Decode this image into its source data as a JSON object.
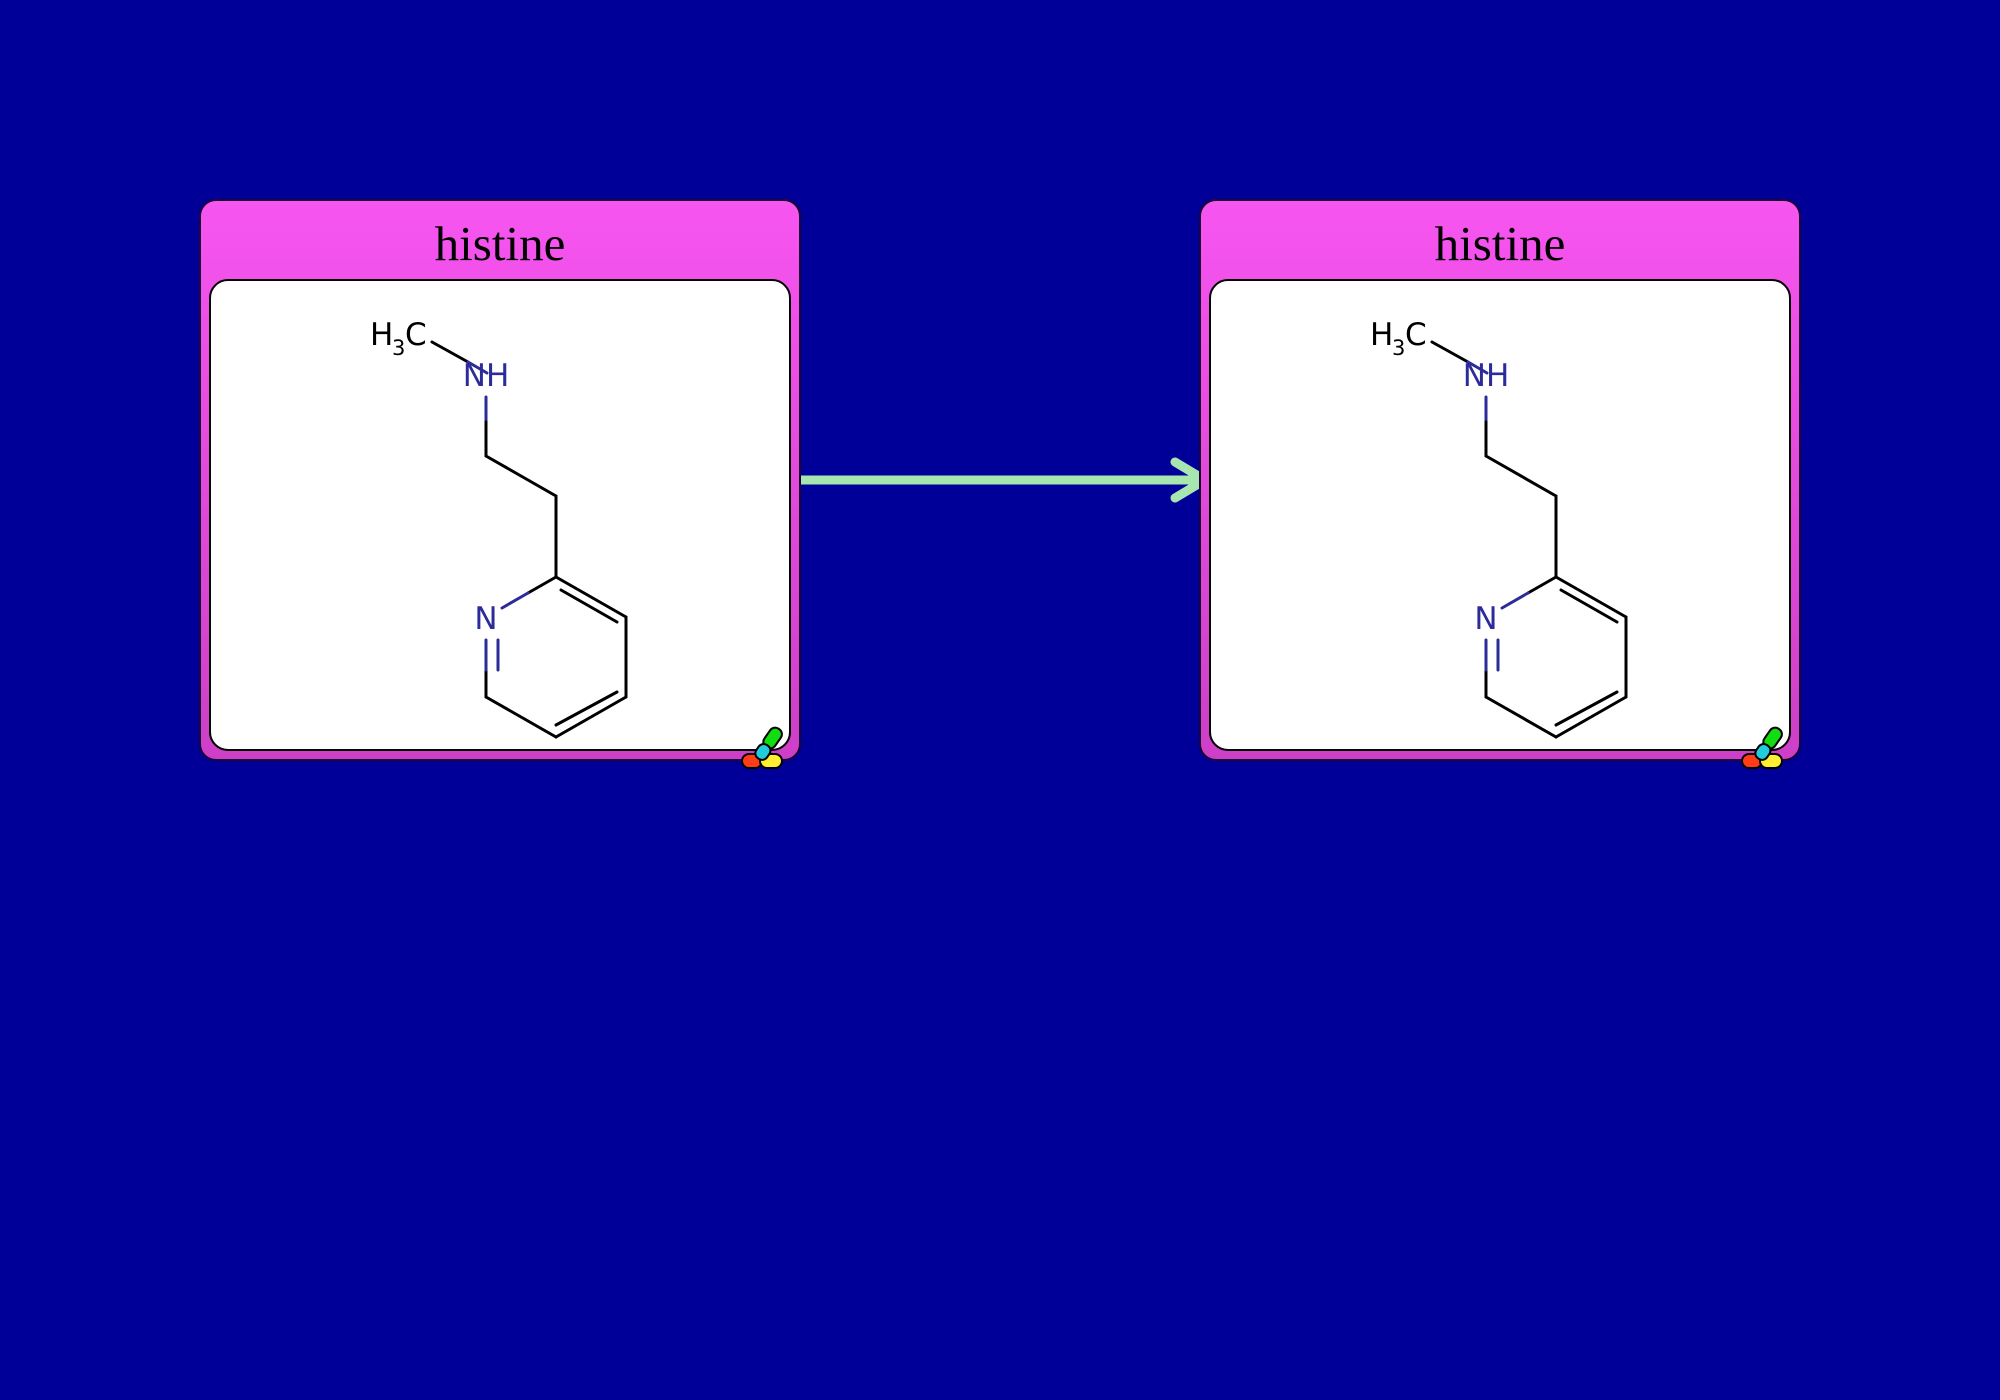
{
  "diagram": {
    "background_color": "#000099",
    "node_header_color": "#f755f0",
    "edge_color": "#a8e6b0",
    "nodes": [
      {
        "id": "left",
        "title": "histine",
        "structure": {
          "methyl_label": "H",
          "methyl_subscript": "3",
          "methyl_suffix": "C",
          "amine_label": "NH",
          "ring_nitrogen_label": "N"
        },
        "badge_icon": "drug-capsule-icon"
      },
      {
        "id": "right",
        "title": "histine",
        "structure": {
          "methyl_label": "H",
          "methyl_subscript": "3",
          "methyl_suffix": "C",
          "amine_label": "NH",
          "ring_nitrogen_label": "N"
        },
        "badge_icon": "drug-capsule-icon"
      }
    ],
    "edges": [
      {
        "from": "left",
        "to": "right",
        "type": "arrow"
      }
    ]
  }
}
